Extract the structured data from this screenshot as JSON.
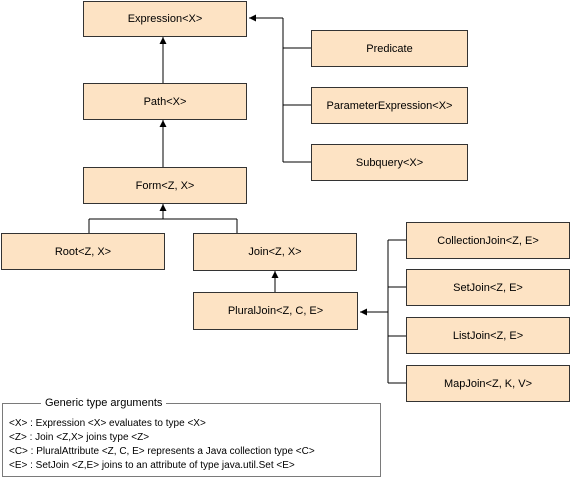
{
  "nodes": {
    "expression": "Expression<X>",
    "path": "Path<X>",
    "form": "Form<Z, X>",
    "predicate": "Predicate",
    "parameter_expression": "ParameterExpression<X>",
    "subquery": "Subquery<X>",
    "root": "Root<Z, X>",
    "join": "Join<Z, X>",
    "plural_join": "PluralJoin<Z, C, E>",
    "collection_join": "CollectionJoin<Z, E>",
    "set_join": "SetJoin<Z, E>",
    "list_join": "ListJoin<Z, E>",
    "map_join": "MapJoin<Z, K, V>"
  },
  "legend": {
    "title": "Generic type arguments",
    "lines": [
      "<X> : Expression <X> evaluates to type <X>",
      "<Z> : Join <Z,X> joins type <Z>",
      "<C> : PluralAttribute <Z, C, E> represents a Java collection type <C>",
      "<E> : SetJoin <Z,E> joins to an attribute of type java.util.Set <E>"
    ]
  },
  "colors": {
    "node_fill": "#fde3c4",
    "node_border": "#333333",
    "edge": "#000000"
  }
}
